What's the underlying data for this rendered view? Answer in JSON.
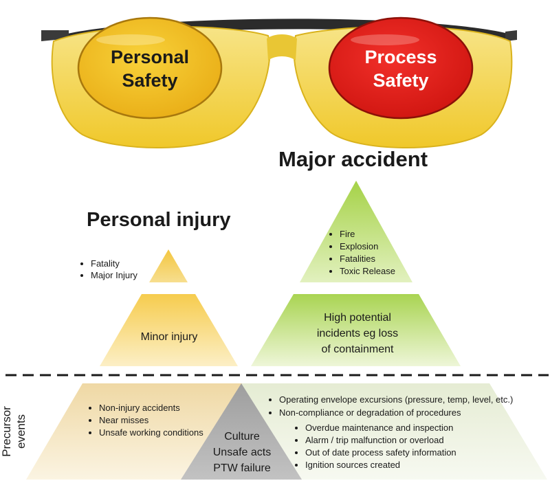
{
  "glasses": {
    "left_lens_lines": [
      "Personal",
      "Safety"
    ],
    "right_lens_lines": [
      "Process",
      "Safety"
    ],
    "colors": {
      "left_lens": "#f3c22a",
      "right_lens": "#e5201c",
      "frame": "#f5d63a"
    }
  },
  "headings": {
    "major_accident": "Major accident",
    "personal_injury": "Personal injury"
  },
  "personal_pyramid": {
    "top_items": [
      "Fatality",
      "Major Injury"
    ],
    "middle_label": "Minor injury",
    "colors": {
      "fill": "#f6d469",
      "light": "#fbecb5"
    }
  },
  "process_pyramid": {
    "top_items": [
      "Fire",
      "Explosion",
      "Fatalities",
      "Toxic Release"
    ],
    "middle_lines": [
      "High potential",
      "incidents  eg loss",
      "of containment"
    ],
    "colors": {
      "fill": "#b8dc6a",
      "light": "#e6f3c6"
    }
  },
  "precursor": {
    "label_lines": [
      "Precursor",
      "events"
    ],
    "personal_items": [
      "Non-injury accidents",
      "Near misses",
      "Unsafe working conditions"
    ],
    "center_lines": [
      "Culture",
      "Unsafe acts",
      "PTW failure"
    ],
    "process_items": [
      "Operating envelope excursions (pressure, temp, level, etc.)",
      "Non-compliance or degradation of procedures"
    ],
    "process_subitems": [
      "Overdue maintenance and inspection",
      "Alarm / trip malfunction or overload",
      "Out of date process safety information",
      "Ignition sources created"
    ],
    "colors": {
      "personal_base": "#f3e4c0",
      "process_base": "#eef2e4",
      "center": "#b0b0b0"
    }
  }
}
